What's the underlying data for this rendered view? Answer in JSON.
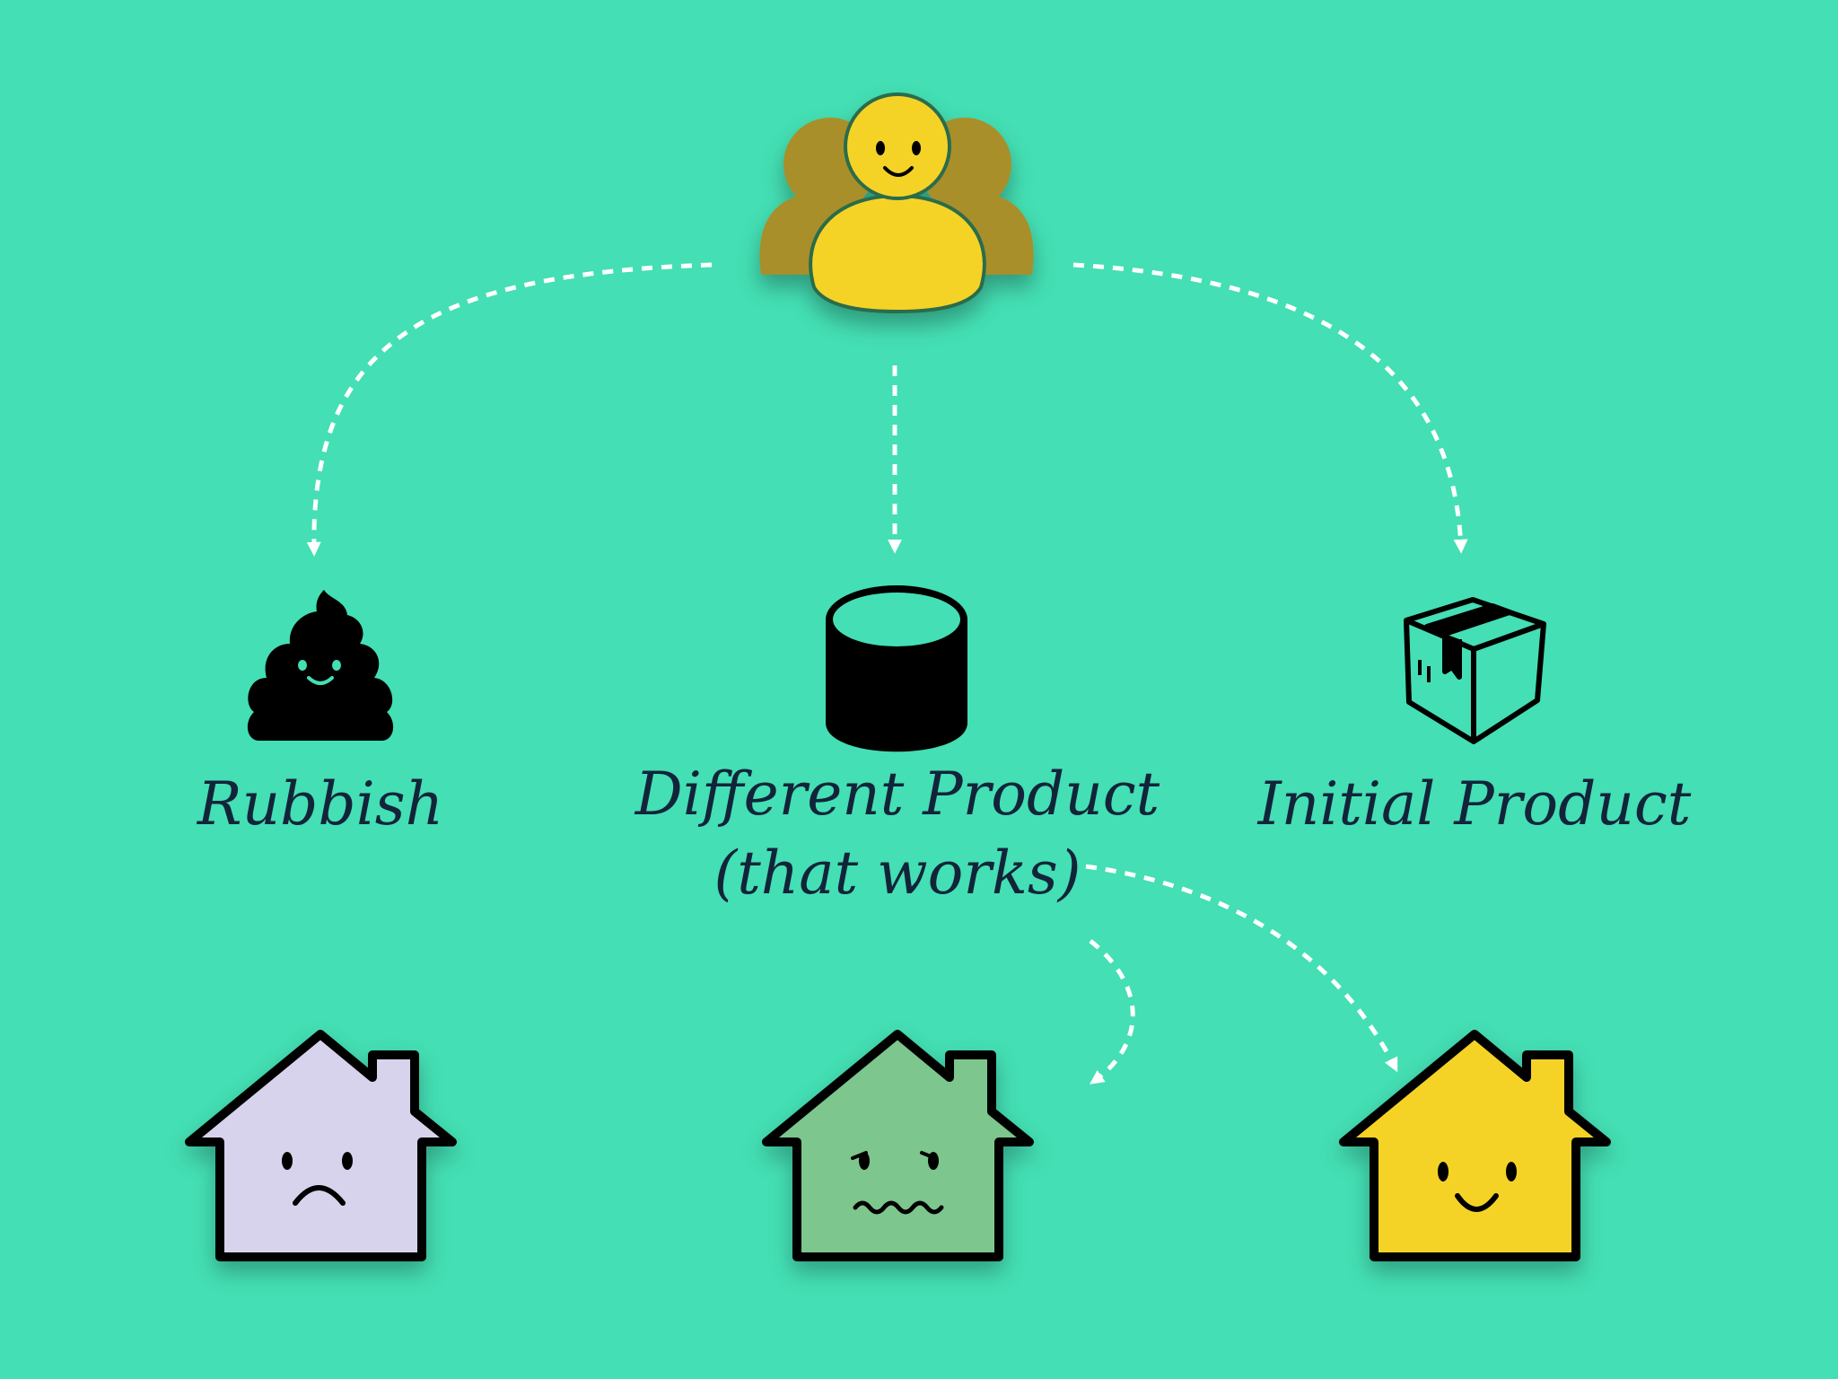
{
  "colors": {
    "background": "#44dfb4",
    "arrow": "#ffffff",
    "ink": "#000000",
    "label_text": "#12243a",
    "user_front": "#f5d327",
    "user_back": "#a88f2c",
    "house_sad": "#d8d3ec",
    "house_uneasy": "#7dc68e",
    "house_happy": "#f5d327"
  },
  "nodes": {
    "users": {
      "icon": "users-group-icon"
    },
    "rubbish": {
      "icon": "poop-icon",
      "label": "Rubbish"
    },
    "different_product": {
      "icon": "cylinder-icon",
      "label_line1": "Different Product",
      "label_line2": "(that works)"
    },
    "initial_product": {
      "icon": "box-icon",
      "label": "Initial Product"
    }
  },
  "houses": [
    {
      "icon": "sad-house-icon",
      "mood": "sad"
    },
    {
      "icon": "uneasy-house-icon",
      "mood": "uneasy"
    },
    {
      "icon": "happy-house-icon",
      "mood": "happy"
    }
  ]
}
